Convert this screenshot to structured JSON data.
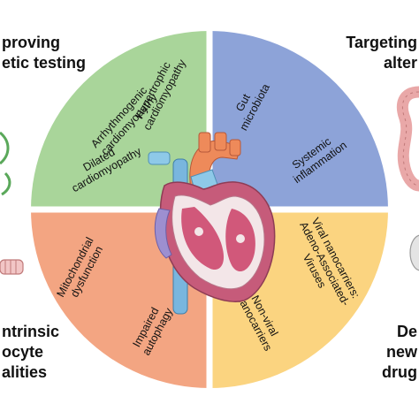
{
  "colors": {
    "topLeft": "#a9d59a",
    "topRight": "#8da3d8",
    "bottomLeft": "#f3a582",
    "bottomRight": "#fbd480",
    "separator": "#ffffff"
  },
  "corners": {
    "topLeft": [
      "proving",
      "etic testing"
    ],
    "topRight": [
      "Targeting",
      "alter"
    ],
    "bottomLeft": [
      "ntrinsic",
      "ocyte",
      "alities"
    ],
    "bottomRight": [
      "De",
      "new",
      "drug"
    ]
  },
  "quadrants": {
    "topLeft": {
      "labels": [
        [
          "Hypertrophic",
          "cardiomyopathy"
        ],
        [
          "Arrhythmogenic",
          "cardiomyopathy"
        ],
        [
          "Dilated",
          "cardiomyopathy"
        ]
      ]
    },
    "topRight": {
      "labels": [
        [
          "Gut",
          "microbiota"
        ],
        [
          "Systemic",
          "inflammation"
        ]
      ]
    },
    "bottomLeft": {
      "labels": [
        [
          "Mitochondrial",
          "dysfunction"
        ],
        [
          "Impaired",
          "autophagy"
        ]
      ]
    },
    "bottomRight": {
      "labels": [
        [
          "Viral nanocarriers:",
          "Adeno-Associated-",
          "Viruses"
        ],
        [
          "Non-viral",
          "nanocarriers"
        ]
      ]
    }
  },
  "icons": [
    "dna-icon",
    "muscle-fiber-icon",
    "intestine-icon",
    "capsule-icon",
    "heart-icon"
  ]
}
